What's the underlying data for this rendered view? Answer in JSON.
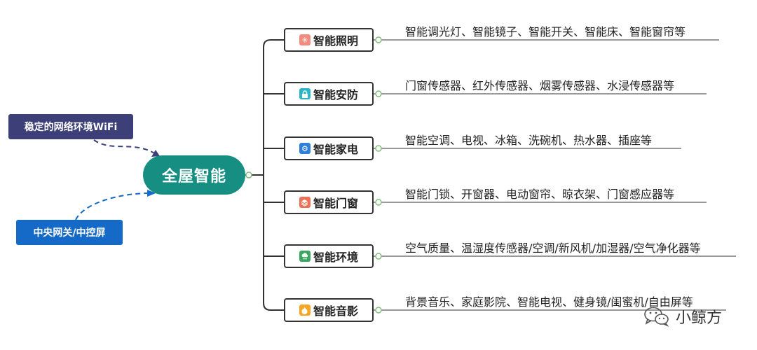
{
  "center": "全屋智能",
  "inputs": [
    {
      "label": "稳定的网络环境WiFi"
    },
    {
      "label": "中央网关/中控屏"
    }
  ],
  "branches": [
    {
      "label": "智能照明",
      "detail": "智能调光灯、智能镜子、智能开关、智能床、智能窗帘等",
      "icon": "sun-icon",
      "icon_color": "#f28b7d"
    },
    {
      "label": "智能安防",
      "detail": "门窗传感器、红外传感器、烟雾传感器、水浸传感器等",
      "icon": "lock-icon",
      "icon_color": "#2bb5c8"
    },
    {
      "label": "智能家电",
      "detail": "智能空调、电视、冰箱、洗碗机、热水器、插座等",
      "icon": "gear-icon",
      "icon_color": "#2f7fd8"
    },
    {
      "label": "智能门窗",
      "detail": "智能门锁、开窗器、电动窗帘、晾衣架、门窗感应器等",
      "icon": "layers-icon",
      "icon_color": "#ee6e56"
    },
    {
      "label": "智能环境",
      "detail": "空气质量、温湿度传感器/空调/新风机/加湿器/空气净化器等",
      "icon": "cloud-icon",
      "icon_color": "#3aa760"
    },
    {
      "label": "智能音影",
      "detail": "背景音乐、家庭影院、智能电视、健身镜/闺蜜机/自由屏等",
      "icon": "flame-icon",
      "icon_color": "#f5a623"
    }
  ],
  "watermark": "小鲸方",
  "colors": {
    "center": "#168f82",
    "input_top": "#3d3f78",
    "input_bottom": "#1569c7",
    "connector": "#333333",
    "knob": "#7fc07a"
  }
}
